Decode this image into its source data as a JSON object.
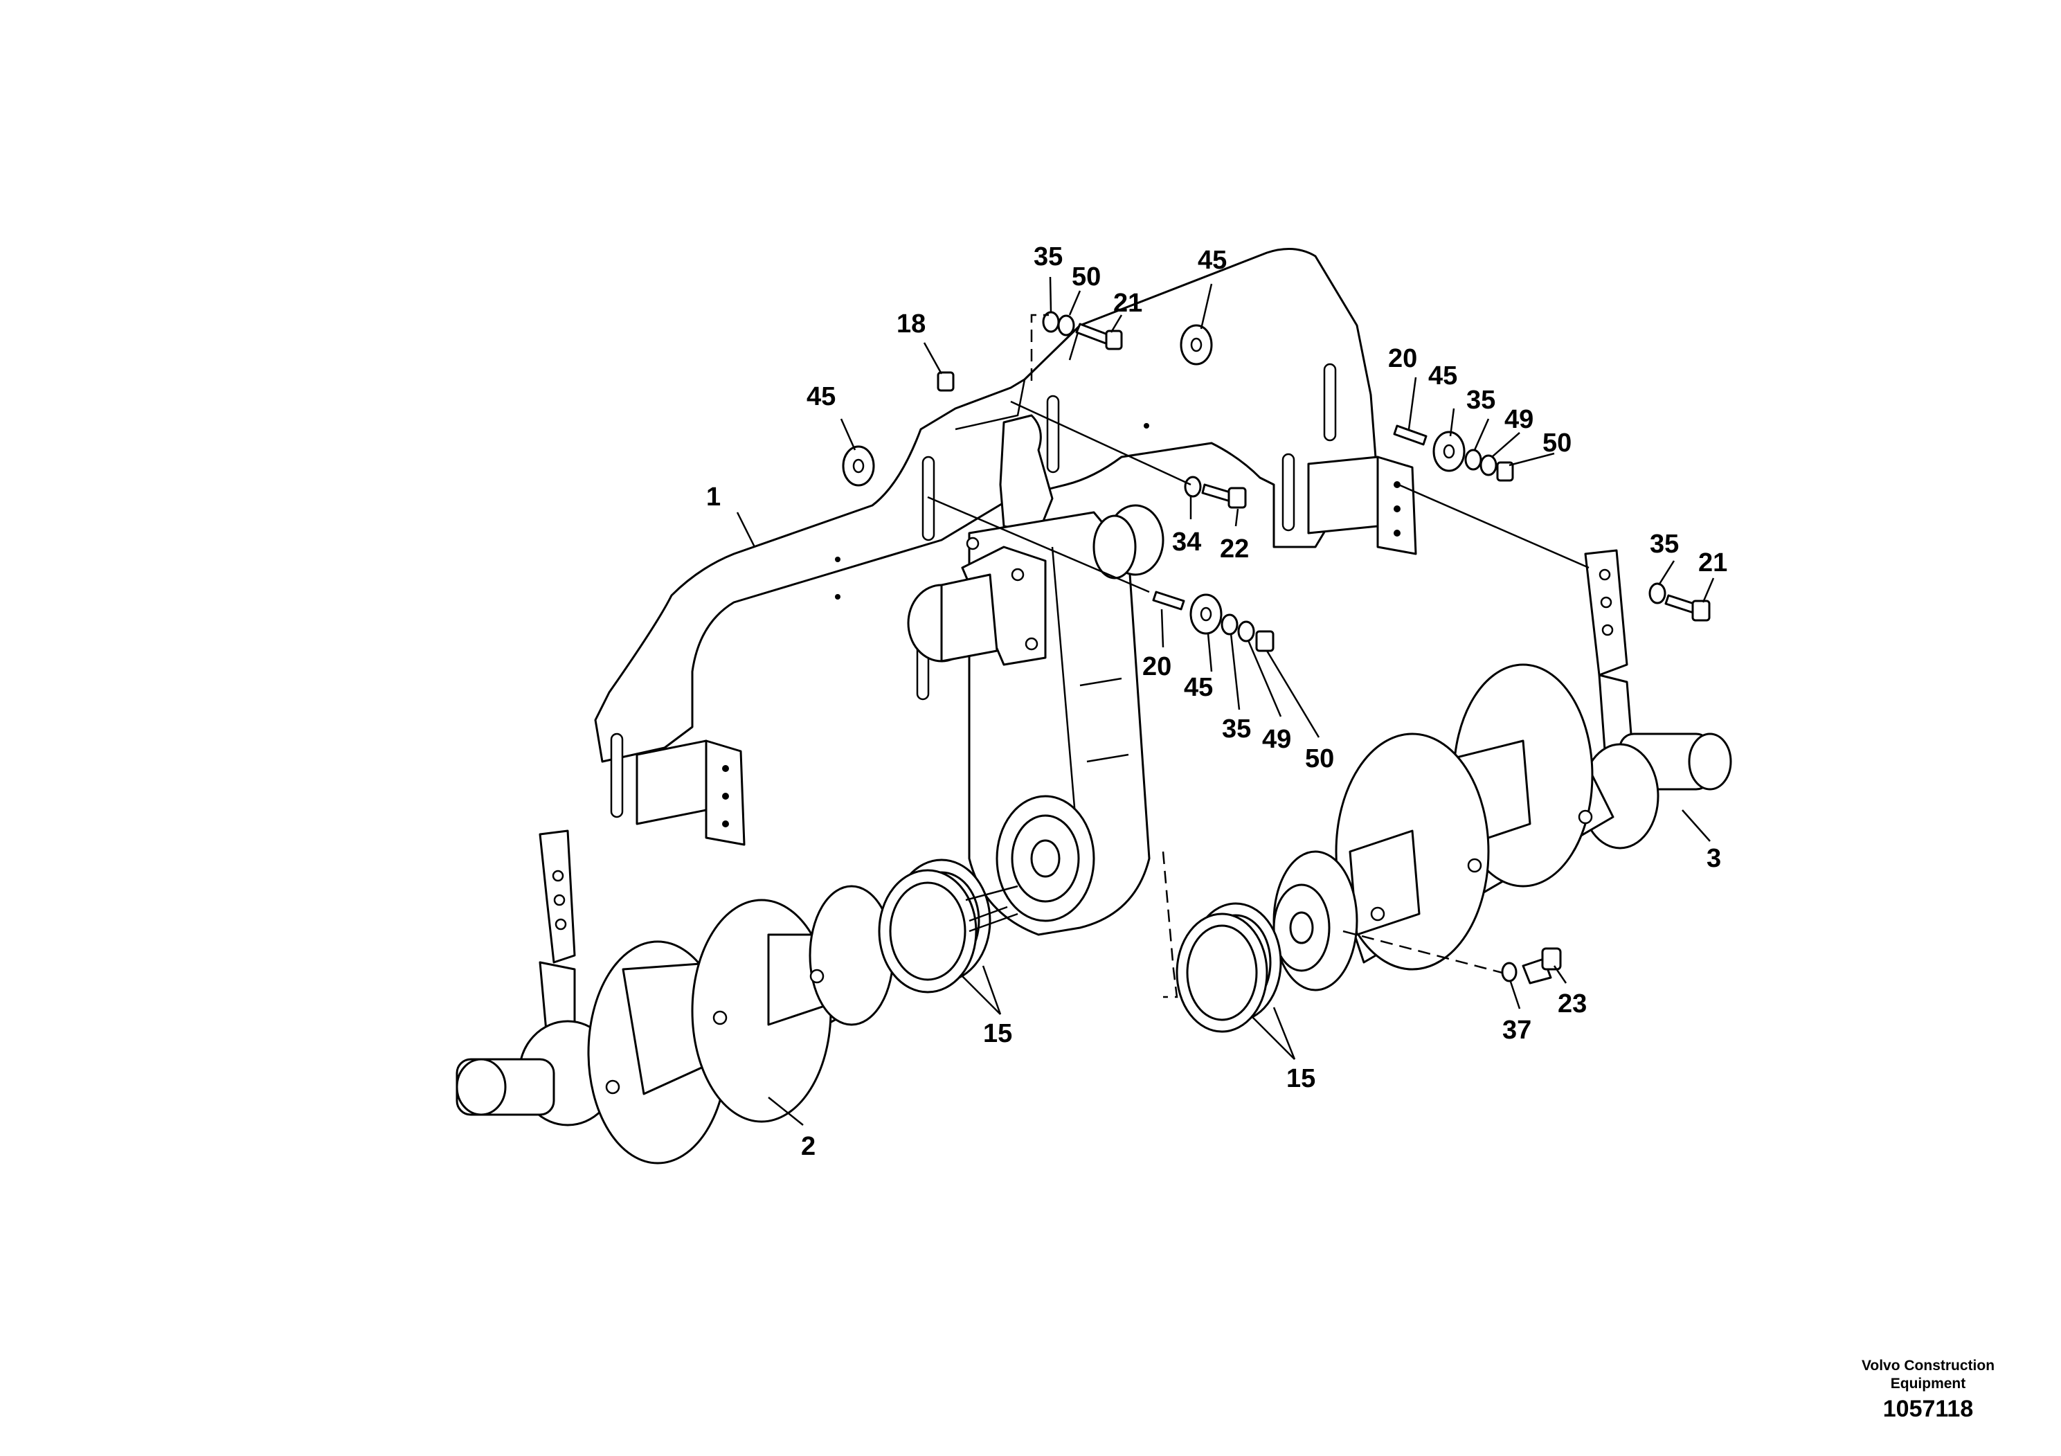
{
  "callouts": {
    "c35a": "35",
    "c50a": "50",
    "c21a": "21",
    "c45a": "45",
    "c18": "18",
    "c45b": "45",
    "c1": "1",
    "c20a": "20",
    "c45c": "45",
    "c35b": "35",
    "c49a": "49",
    "c50b": "50",
    "c34": "34",
    "c22": "22",
    "c35c": "35",
    "c21b": "21",
    "c20b": "20",
    "c45d": "45",
    "c35d": "35",
    "c49b": "49",
    "c50c": "50",
    "c3": "3",
    "c15a": "15",
    "c15b": "15",
    "c2": "2",
    "c23": "23",
    "c37": "37"
  },
  "footer": {
    "credit_line1": "Volvo Construction",
    "credit_line2": "Equipment",
    "drawing_number": "1057118"
  }
}
